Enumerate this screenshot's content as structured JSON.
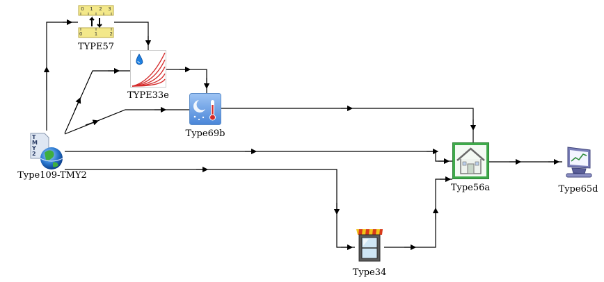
{
  "nodes": {
    "weather": {
      "label": "Type109-TMY2",
      "icon": "weather-globe-icon",
      "badge": "TMY2"
    },
    "converter": {
      "label": "TYPE57",
      "icon": "unit-converter-ruler-icon",
      "ruler_top": [
        "0",
        "1",
        "2",
        "3"
      ],
      "ruler_bottom": [
        "0",
        "1",
        "2"
      ]
    },
    "psychro": {
      "label": "TYPE33e",
      "icon": "psychrometric-chart-icon"
    },
    "sky": {
      "label": "Type69b",
      "icon": "sky-temperature-icon"
    },
    "building": {
      "label": "Type56a",
      "icon": "building-house-icon"
    },
    "window": {
      "label": "Type34",
      "icon": "window-shading-icon"
    },
    "plotter": {
      "label": "Type65d",
      "icon": "online-plotter-monitor-icon"
    }
  },
  "colors": {
    "wire": "#000000",
    "ruler": "#f3e88a",
    "chart_line": "#d42a2a",
    "sky_bg": "#6a9ee6",
    "house_green": "#3ea94a",
    "awning_red": "#d83a1a",
    "awning_yellow": "#f1c51a"
  }
}
